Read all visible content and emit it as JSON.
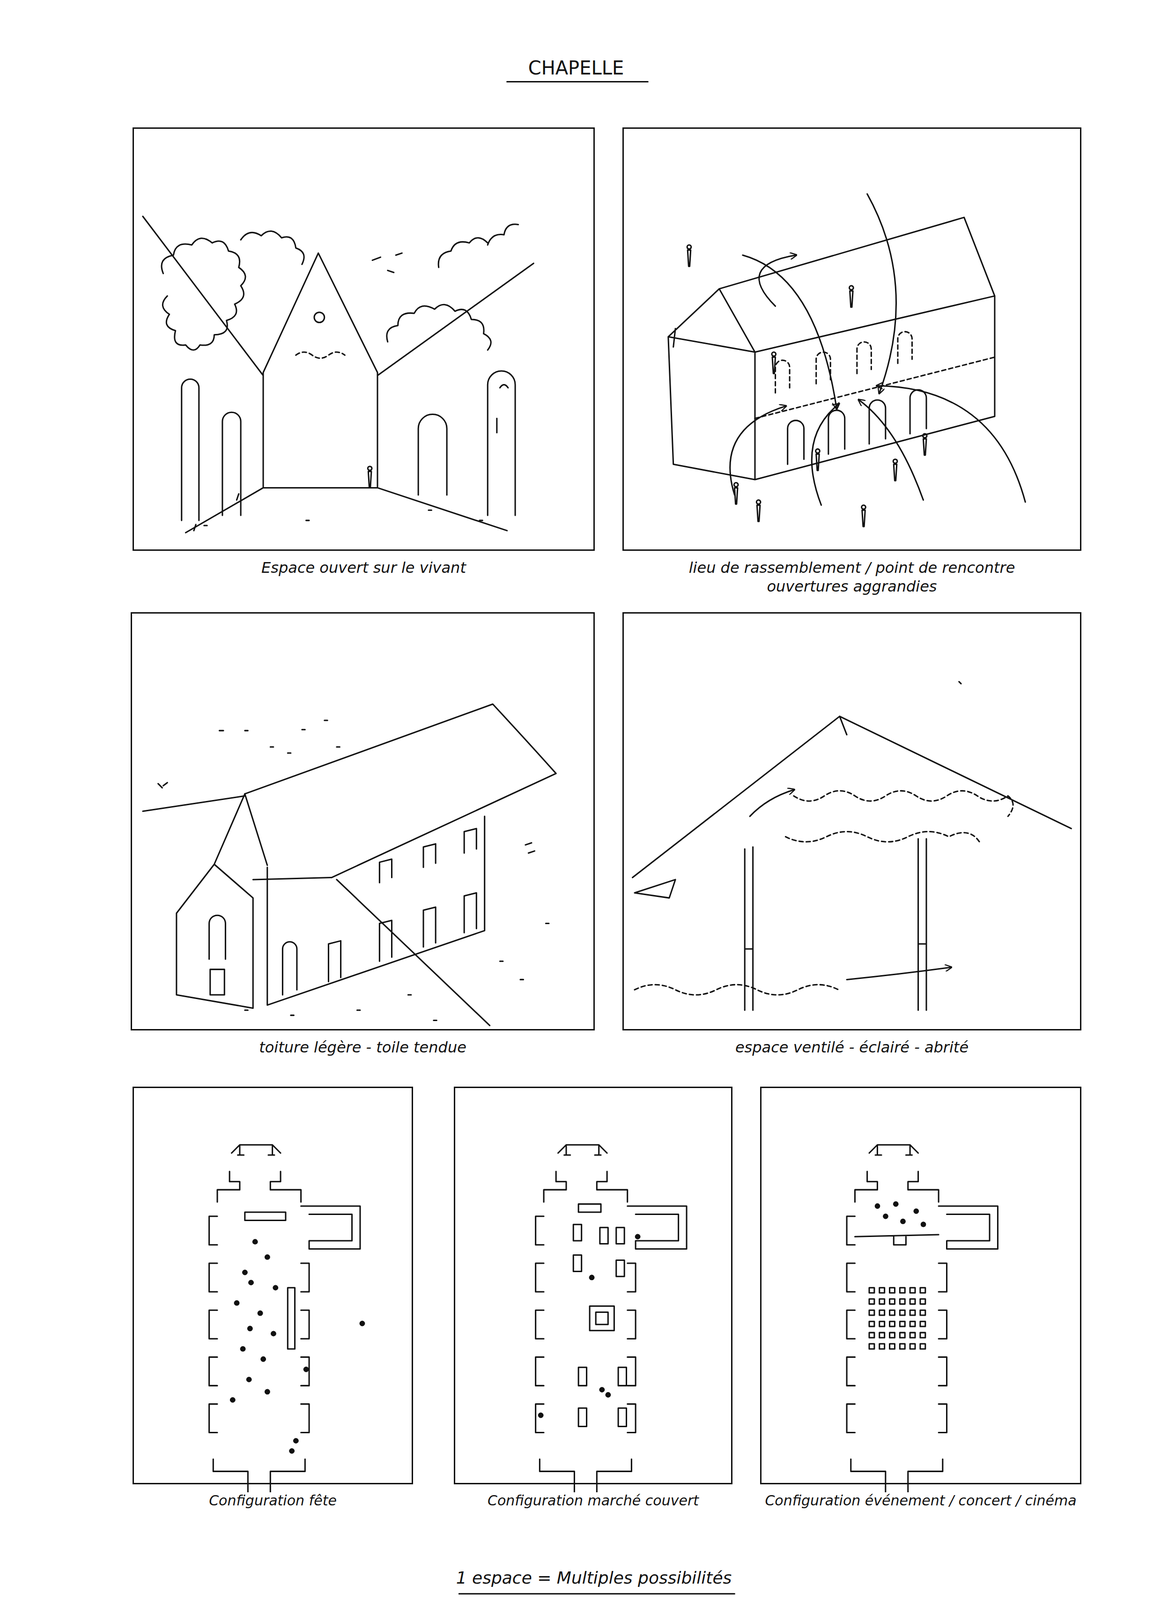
{
  "diagram": {
    "title": "CHAPELLE",
    "caption": "1 espace = Multiples possibilités",
    "nodes": [
      {
        "text": [
          "Espace ouvert sur le vivant"
        ]
      },
      {
        "text": [
          "lieu de rassemblement / point de rencontre",
          "ouvertures aggrandies"
        ]
      },
      {
        "text": [
          "toiture légère - toile tendue"
        ]
      },
      {
        "text": [
          "espace ventilé - éclairé - abrité"
        ]
      },
      {
        "text": [
          "Configuration fête"
        ]
      },
      {
        "text": [
          "Configuration marché couvert"
        ]
      },
      {
        "text": [
          "Configuration événement / concert / cinéma"
        ]
      }
    ]
  }
}
